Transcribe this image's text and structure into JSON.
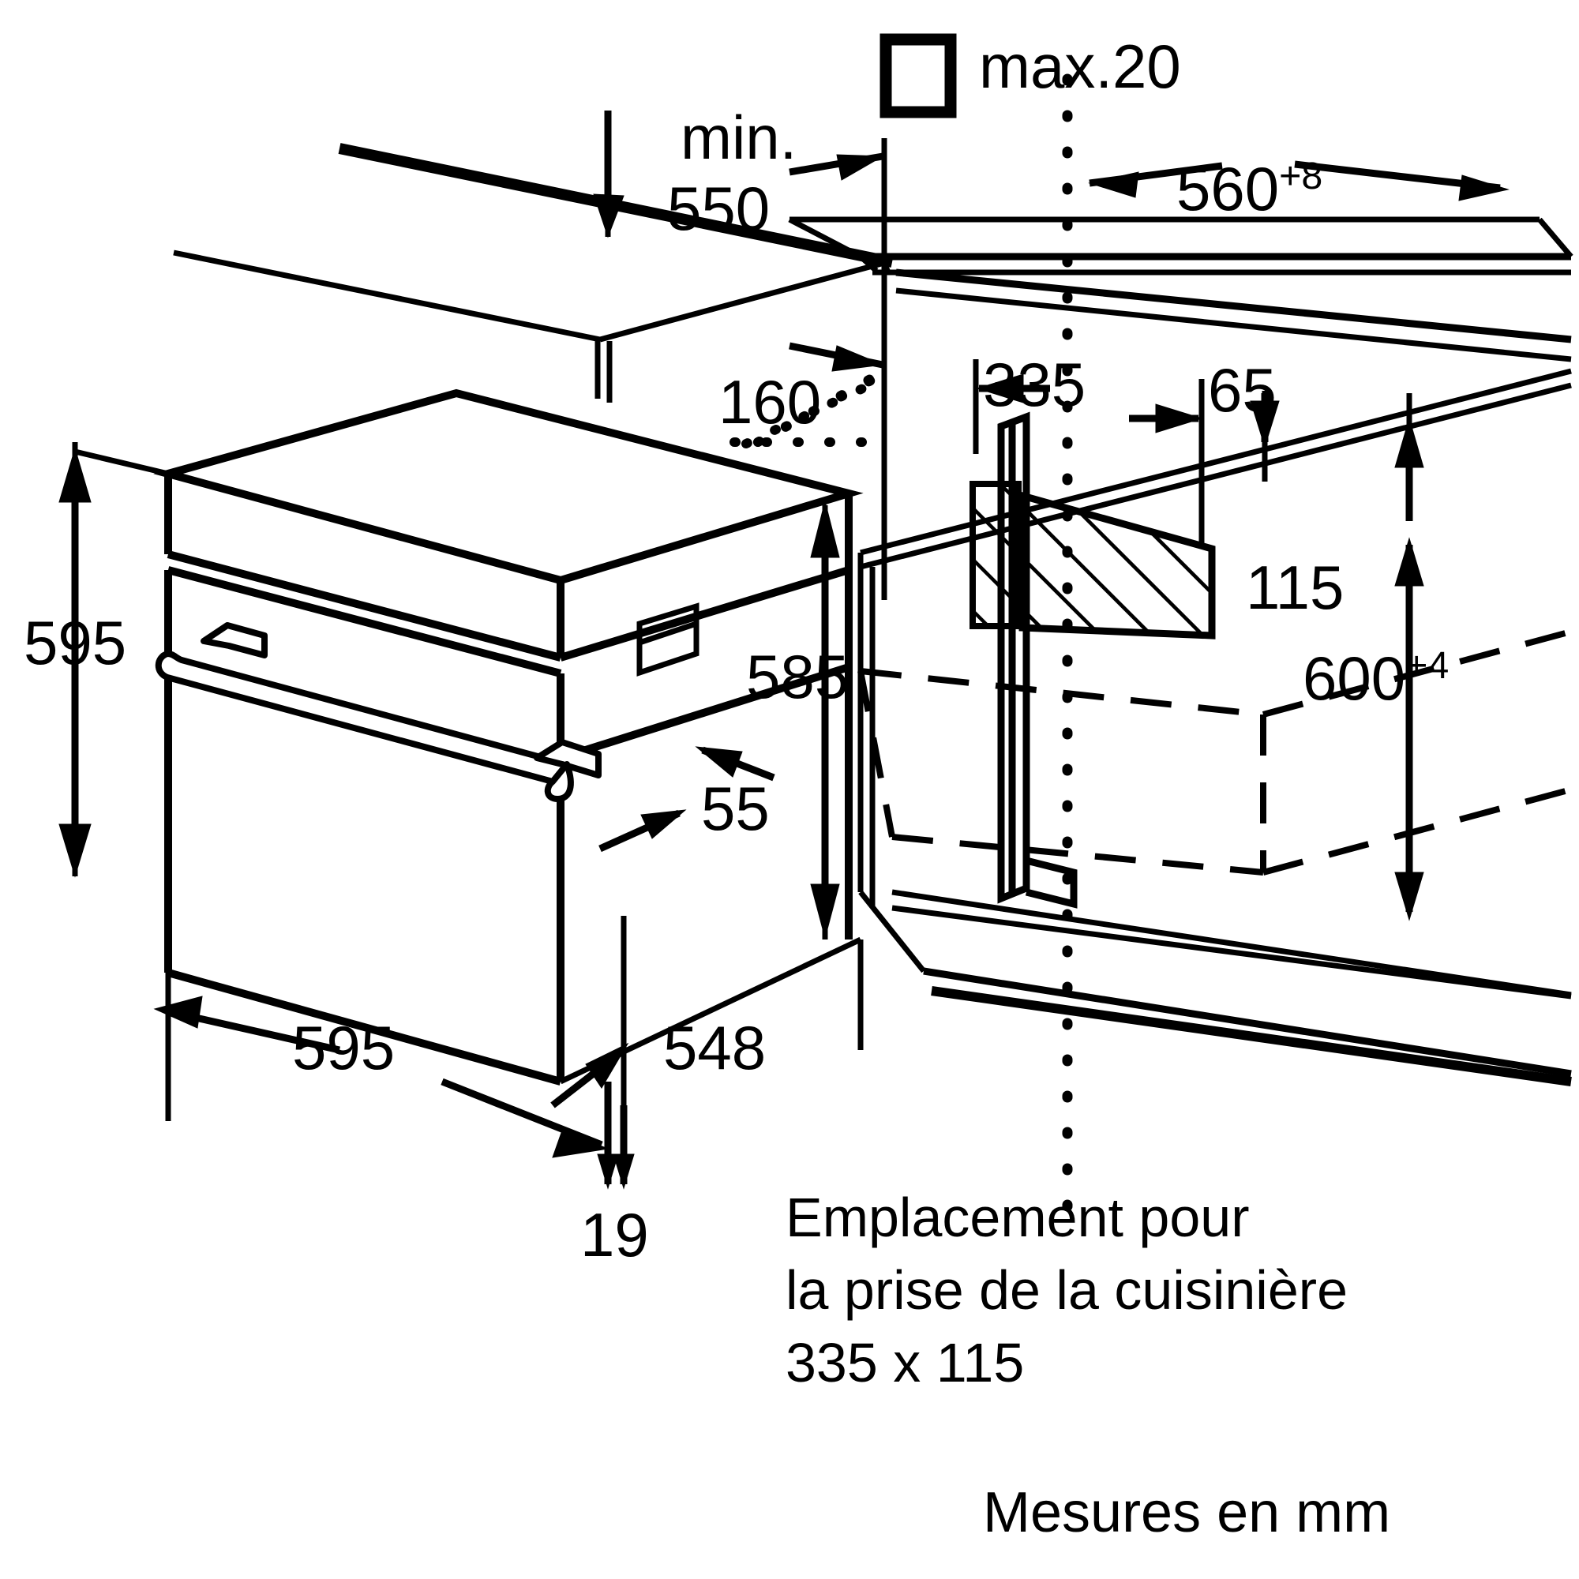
{
  "diagram": {
    "title": "Built-in oven installation dimension drawing",
    "units_note": "Mesures en mm",
    "stroke_color": "#000000",
    "background_color": "#ffffff"
  },
  "labels": {
    "min_prefix": "min.",
    "min_550": "550",
    "max_20": "max.20",
    "w_560": "560",
    "w_560_tol": "+8",
    "d_160": "160",
    "w_335": "335",
    "w_65": "65",
    "h_115": "115",
    "h_600": "600",
    "h_600_tol": "+4",
    "h_595": "595",
    "h_585": "585",
    "d_55": "55",
    "w_595": "595",
    "d_548": "548",
    "d_19": "19"
  },
  "socket_note": {
    "line1": "Emplacement pour",
    "line2": "la prise de la cuisinière",
    "line3": "335 x 115"
  },
  "footer": {
    "measures": "Mesures en mm"
  },
  "icons": {
    "square_symbol": "square-outline-icon",
    "oven_appliance": "oven-appliance-icon",
    "cabinet_niche": "cabinet-niche-icon",
    "socket_hatch": "socket-hatch-area-icon"
  }
}
